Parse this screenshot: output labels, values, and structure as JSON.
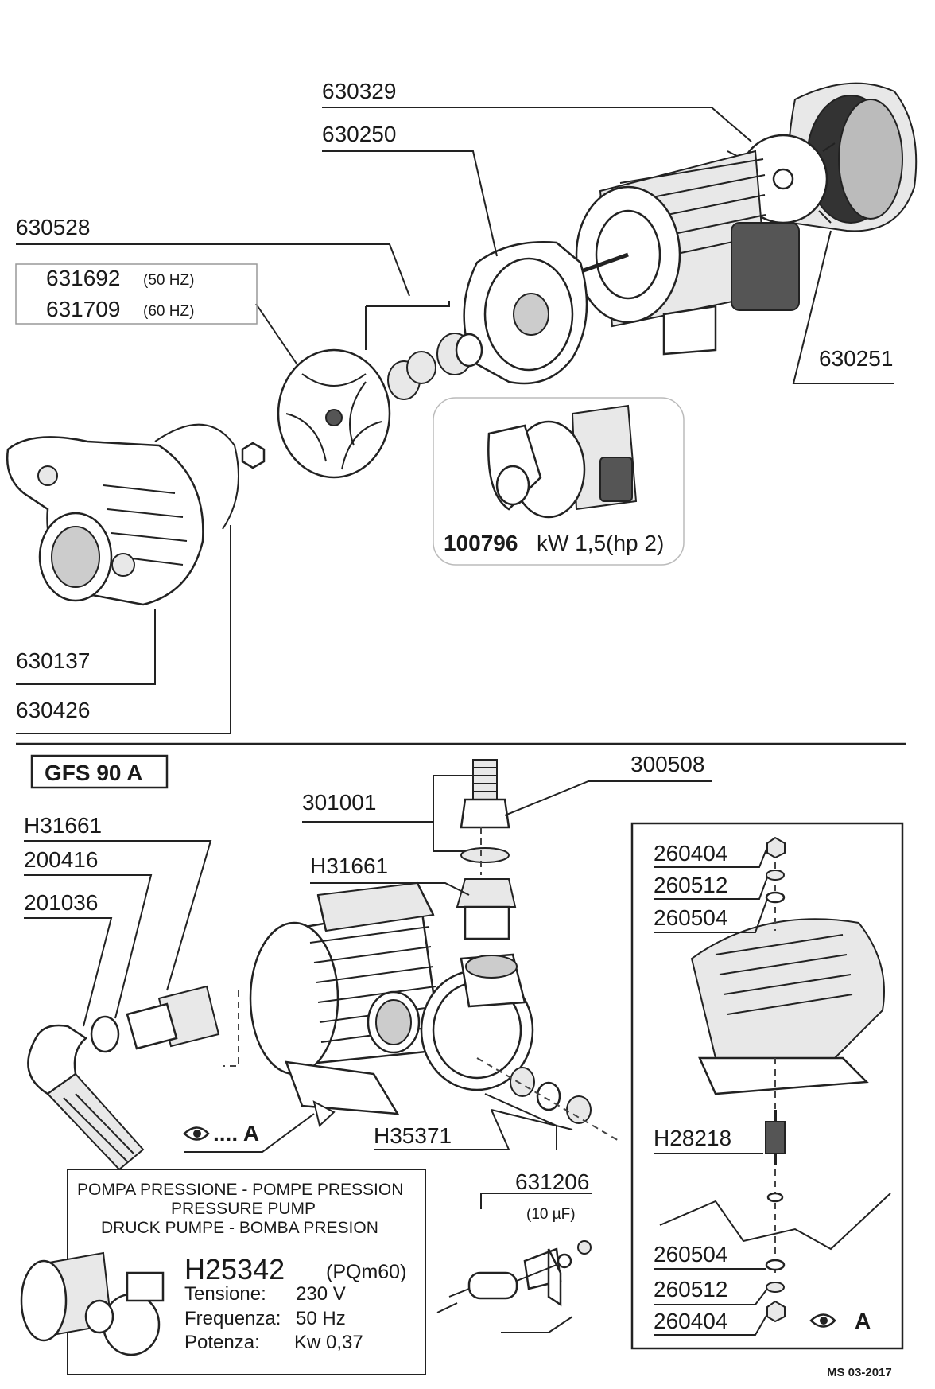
{
  "upper": {
    "labels": {
      "p630329": "630329",
      "p630250": "630250",
      "p630528": "630528",
      "p631692": "631692",
      "p631692_note": "(50 HZ)",
      "p631709": "631709",
      "p631709_note": "(60 HZ)",
      "p630251": "630251",
      "p630137": "630137",
      "p630426": "630426"
    },
    "assembly": {
      "code": "100796",
      "spec": "kW 1,5(hp 2)"
    }
  },
  "lower": {
    "model_box": "GFS 90 A",
    "labels": {
      "p300508": "300508",
      "p301001": "301001",
      "pH31661_top": "H31661",
      "pH31661_left": "H31661",
      "p200416": "200416",
      "p201036": "201036",
      "pH35371": "H35371",
      "view_a": ".... A",
      "p631206": "631206",
      "p631206_note": "(10 µF)"
    },
    "detail_a": {
      "labels": {
        "t260404": "260404",
        "t260512": "260512",
        "t260504": "260504",
        "h28218": "H28218",
        "b260504": "260504",
        "b260512": "260512",
        "b260404": "260404",
        "view_a": "A"
      }
    },
    "pump_info": {
      "line1": "POMPA PRESSIONE - POMPE PRESSION",
      "line2": "PRESSURE PUMP",
      "line3": "DRUCK  PUMPE - BOMBA PRESION",
      "code": "H25342",
      "model": "(PQm60)",
      "tension_label": "Tensione:",
      "tension_value": "230 V",
      "freq_label": "Frequenza:",
      "freq_value": "50 Hz",
      "power_label": "Potenza:",
      "power_value": "Kw 0,37"
    }
  },
  "footer": {
    "version": "MS 03-2017"
  }
}
